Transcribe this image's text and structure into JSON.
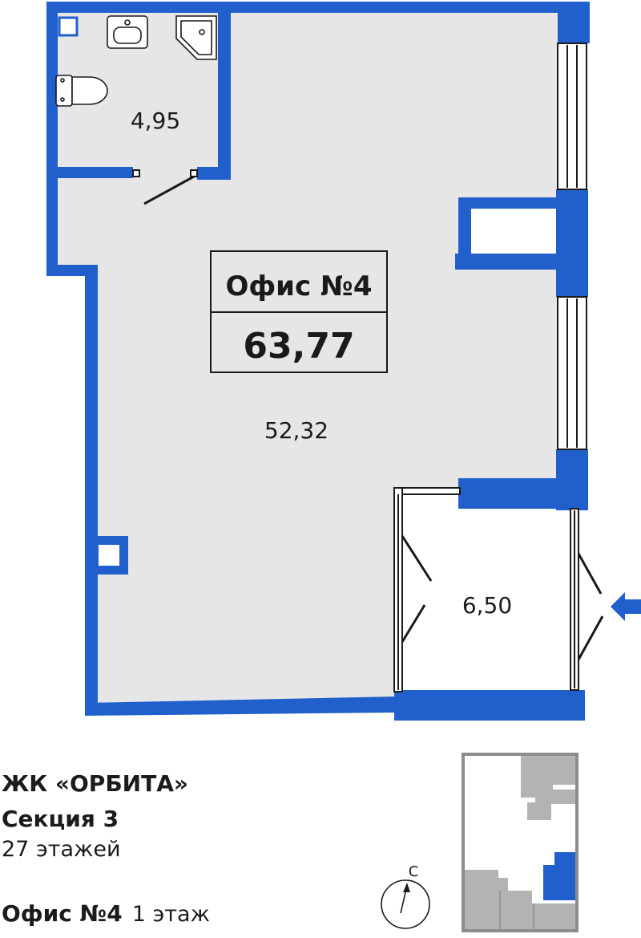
{
  "plan": {
    "title": "Офис №4",
    "total_area": "63,77",
    "rooms": {
      "bathroom_area": "4,95",
      "main_area": "52,32",
      "vestibule_area": "6,50"
    }
  },
  "info": {
    "project": "ЖК «ОРБИТА»",
    "section": "Секция 3",
    "floors": "27 этажей",
    "office": "Офис №4",
    "floor": "1 этаж"
  },
  "compass": {
    "north_letter": "С"
  },
  "colors": {
    "wall": "#2160cc",
    "floor": "#e6e6e6",
    "outline": "#1a1a1a",
    "keyplan_building": "#b3b3b3",
    "keyplan_frame": "#8c8c8c",
    "keyplan_highlight": "#2160cc"
  }
}
